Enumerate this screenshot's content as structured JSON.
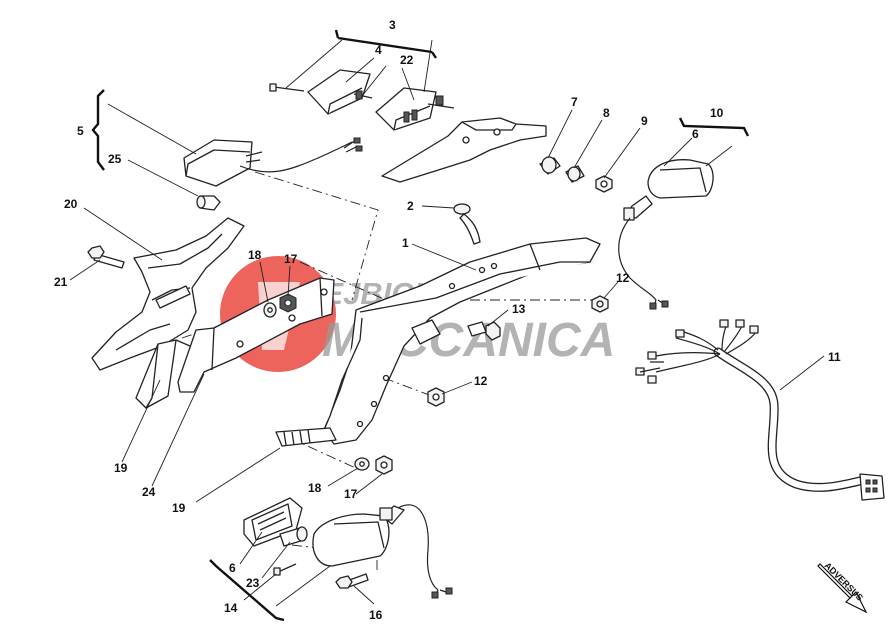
{
  "labels": {
    "n1": "1",
    "n2": "2",
    "n3": "3",
    "n4": "4",
    "n5": "5",
    "n6a": "6",
    "n6b": "6",
    "n7": "7",
    "n8": "8",
    "n9": "9",
    "n10": "10",
    "n11": "11",
    "n12a": "12",
    "n12b": "12",
    "n13": "13",
    "n14": "14",
    "n16": "16",
    "n17a": "17",
    "n17b": "17",
    "n18a": "18",
    "n18b": "18",
    "n19a": "19",
    "n19b": "19",
    "n20": "20",
    "n21": "21",
    "n22": "22",
    "n23": "23",
    "n24": "24",
    "n25": "25"
  },
  "watermark": {
    "line1": "REJBICH",
    "line2": "MECCANICA",
    "circle_color": "#e9493f"
  },
  "direction_marker": {
    "text": "ADVERSUS"
  }
}
